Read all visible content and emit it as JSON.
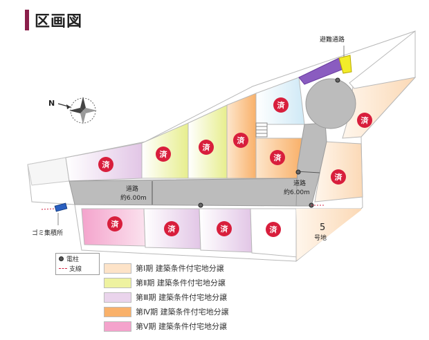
{
  "title": "区画図",
  "road_labels": {
    "evacuation": "避難通路",
    "main_line1": "道路",
    "main_line2": "約6.00m",
    "side_line1": "道路",
    "side_line2": "約6.00m",
    "garbage": "ゴミ集積所"
  },
  "compass": {
    "north_label": "N"
  },
  "sold_mark": "済",
  "lot5": {
    "number": "5",
    "suffix": "号地"
  },
  "key": {
    "pole": "電柱",
    "branch": "支線"
  },
  "legend": [
    {
      "label": "第Ⅰ期 建築条件付宅地分譲",
      "color": "#fde3c8"
    },
    {
      "label": "第Ⅱ期 建築条件付宅地分譲",
      "color": "#eef2a0"
    },
    {
      "label": "第Ⅲ期 建築条件付宅地分譲",
      "color": "#ead4ec"
    },
    {
      "label": "第Ⅳ期 建築条件付宅地分譲",
      "color": "#f9b16a"
    },
    {
      "label": "第Ⅴ期 建築条件付宅地分譲",
      "color": "#f4a3cc"
    }
  ],
  "colors": {
    "road": "#bcbcbc",
    "sold_badge": "#d81e3c",
    "lot_outline": "#b8b8b8",
    "phase1": "#fde3c8",
    "phase2": "#eef2a0",
    "phase3": "#ead4ec",
    "phase4": "#f9b16a",
    "phase5": "#f4a3cc",
    "lightblue": "#d6edf8",
    "evacuation": "#f2ec2a",
    "stairs": "#8a5cc0"
  }
}
